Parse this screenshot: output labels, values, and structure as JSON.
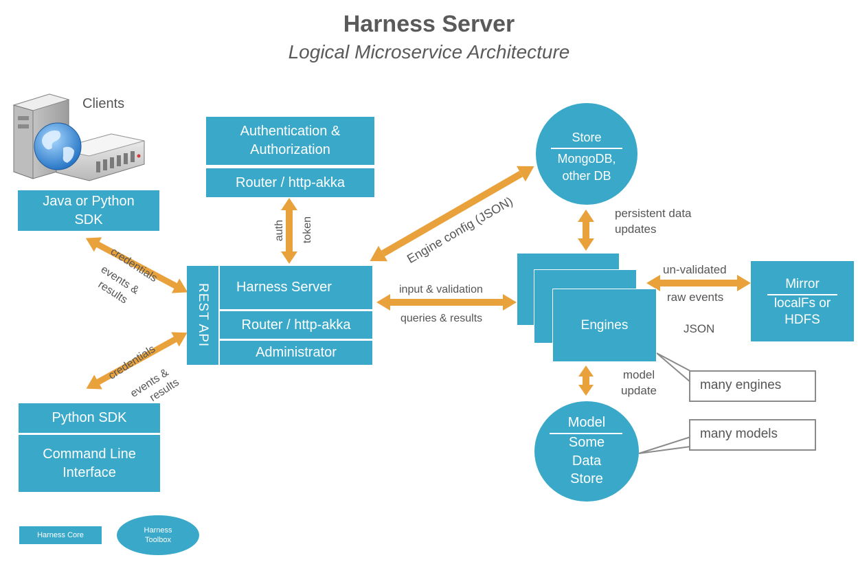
{
  "title": "Harness Server",
  "subtitle": "Logical Microservice Architecture",
  "colors": {
    "box": "#3aa9c9",
    "arrow": "#e9a23b",
    "text": "#555555",
    "callout_border": "#8a8a8a"
  },
  "clients": {
    "label": "Clients",
    "icon": "server-globe-icon"
  },
  "boxes": {
    "java_sdk": "Java or Python SDK",
    "auth": "Authentication & Authorization",
    "auth_router": "Router / http-akka",
    "rest_api": "REST API",
    "harness_server": "Harness Server",
    "server_router": "Router / http-akka",
    "administrator": "Administrator",
    "python_sdk": "Python SDK",
    "cli": "Command Line Interface",
    "engines": "Engines",
    "mirror_title": "Mirror",
    "mirror_body": "localFs or HDFS"
  },
  "circles": {
    "store_title": "Store",
    "store_body": "MongoDB, other DB",
    "model_title": "Model",
    "model_body": "Some Data Store"
  },
  "labels": {
    "java_credentials": "credentials",
    "java_events": "events &",
    "java_results": "results",
    "py_credentials": "credentials",
    "py_events": "events &",
    "py_results": "results",
    "auth": "auth",
    "token": "token",
    "engine_config": "Engine config (JSON)",
    "input_validation": "input & validation",
    "queries_results": "queries & results",
    "persistent_data": "persistent data updates",
    "unvalidated": "un-validated",
    "raw_events": "raw events",
    "json": "JSON",
    "model_update": "model update"
  },
  "callouts": {
    "many_engines": "many engines",
    "many_models": "many models"
  },
  "legend": {
    "core": "Harness Core",
    "toolbox": "Harness Toolbox"
  }
}
